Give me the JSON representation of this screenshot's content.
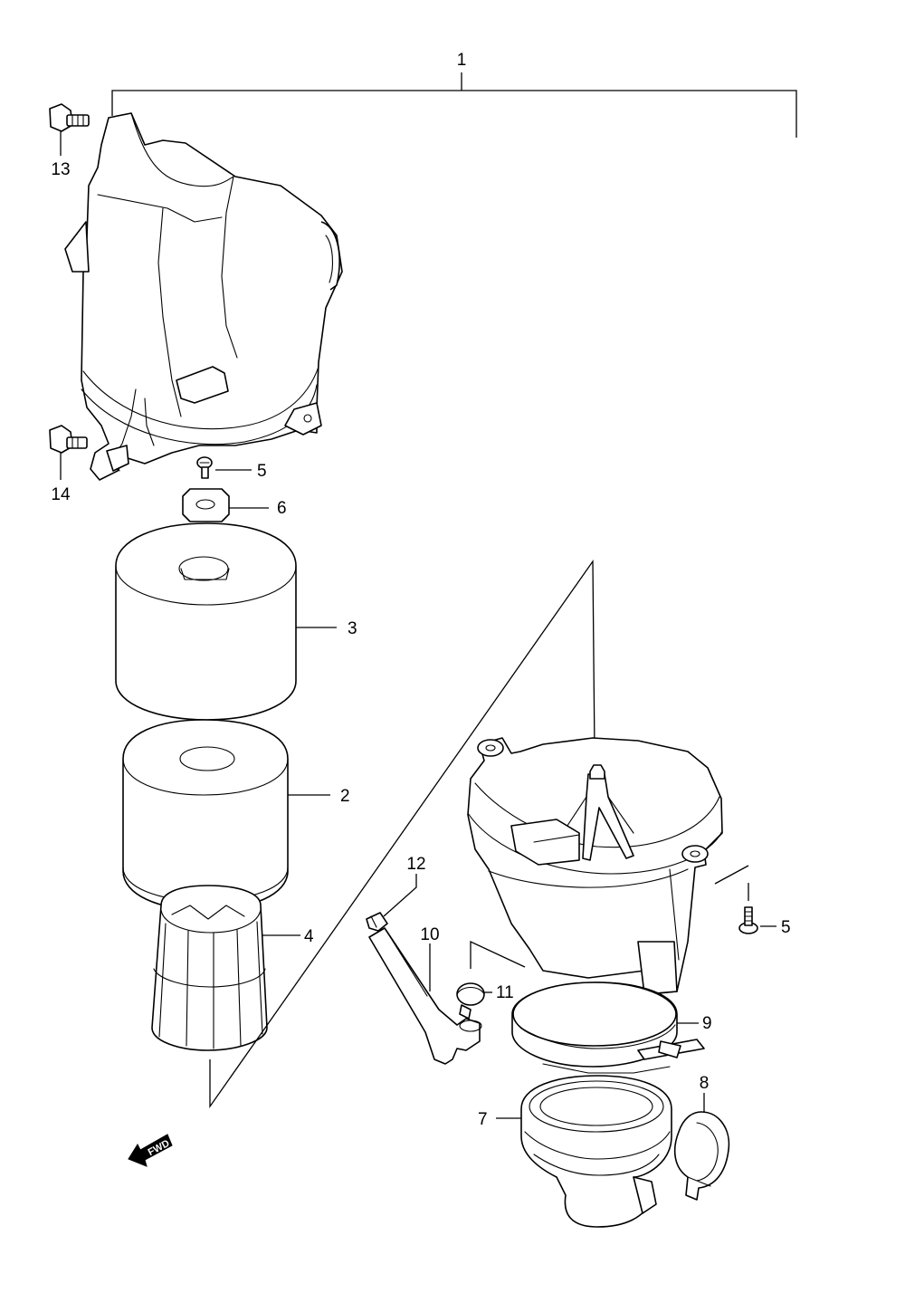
{
  "callouts": {
    "c1": "1",
    "c2": "2",
    "c3": "3",
    "c4": "4",
    "c5a": "5",
    "c5b": "5",
    "c6": "6",
    "c7": "7",
    "c8": "8",
    "c9": "9",
    "c10": "10",
    "c11": "11",
    "c12": "12",
    "c13": "13",
    "c14": "14"
  },
  "fwd_label": "FWD"
}
